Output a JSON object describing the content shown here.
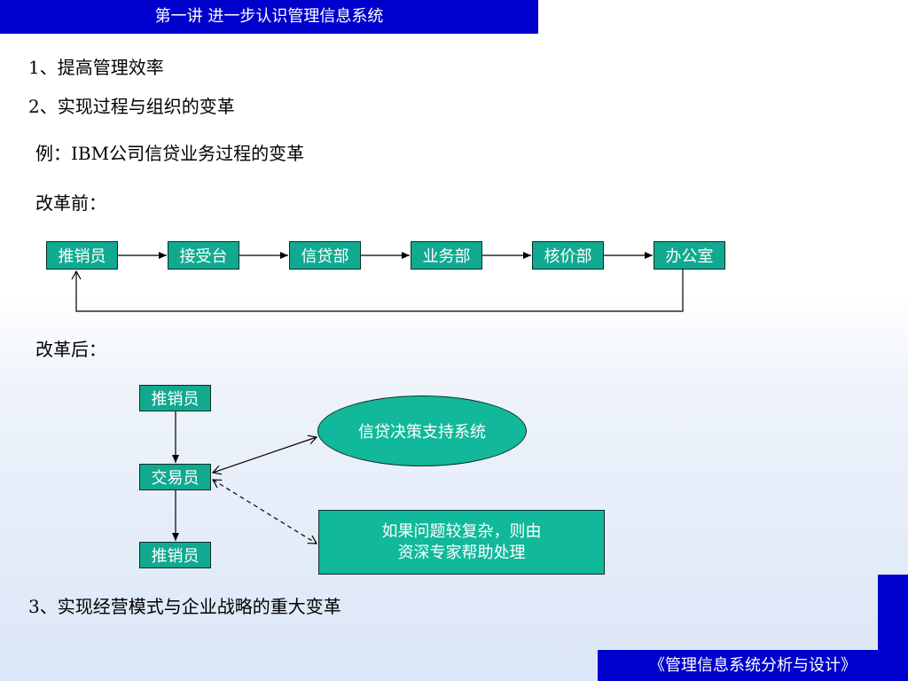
{
  "title": "第一讲  进一步认识管理信息系统",
  "points": {
    "p1": "1、提高管理效率",
    "p2": "2、实现过程与组织的变革",
    "p3": "3、实现经营模式与企业战略的重大变革"
  },
  "example": "例：IBM公司信贷业务过程的变革",
  "before": {
    "label": "改革前：",
    "boxes": [
      "推销员",
      "接受台",
      "信贷部",
      "业务部",
      "核价部",
      "办公室"
    ]
  },
  "after": {
    "label": "改革后：",
    "salesman_top": "推销员",
    "trader": "交易员",
    "salesman_bottom": "推销员",
    "dss": "信贷决策支持系统",
    "advice_line1": "如果问题较复杂，则由",
    "advice_line2": "资深专家帮助处理"
  },
  "footer": "《管理信息系统分析与设计》",
  "colors": {
    "title_bar": "#0000cc",
    "box_fill": "#11a98f",
    "ellipse_fill": "#11b89a"
  }
}
